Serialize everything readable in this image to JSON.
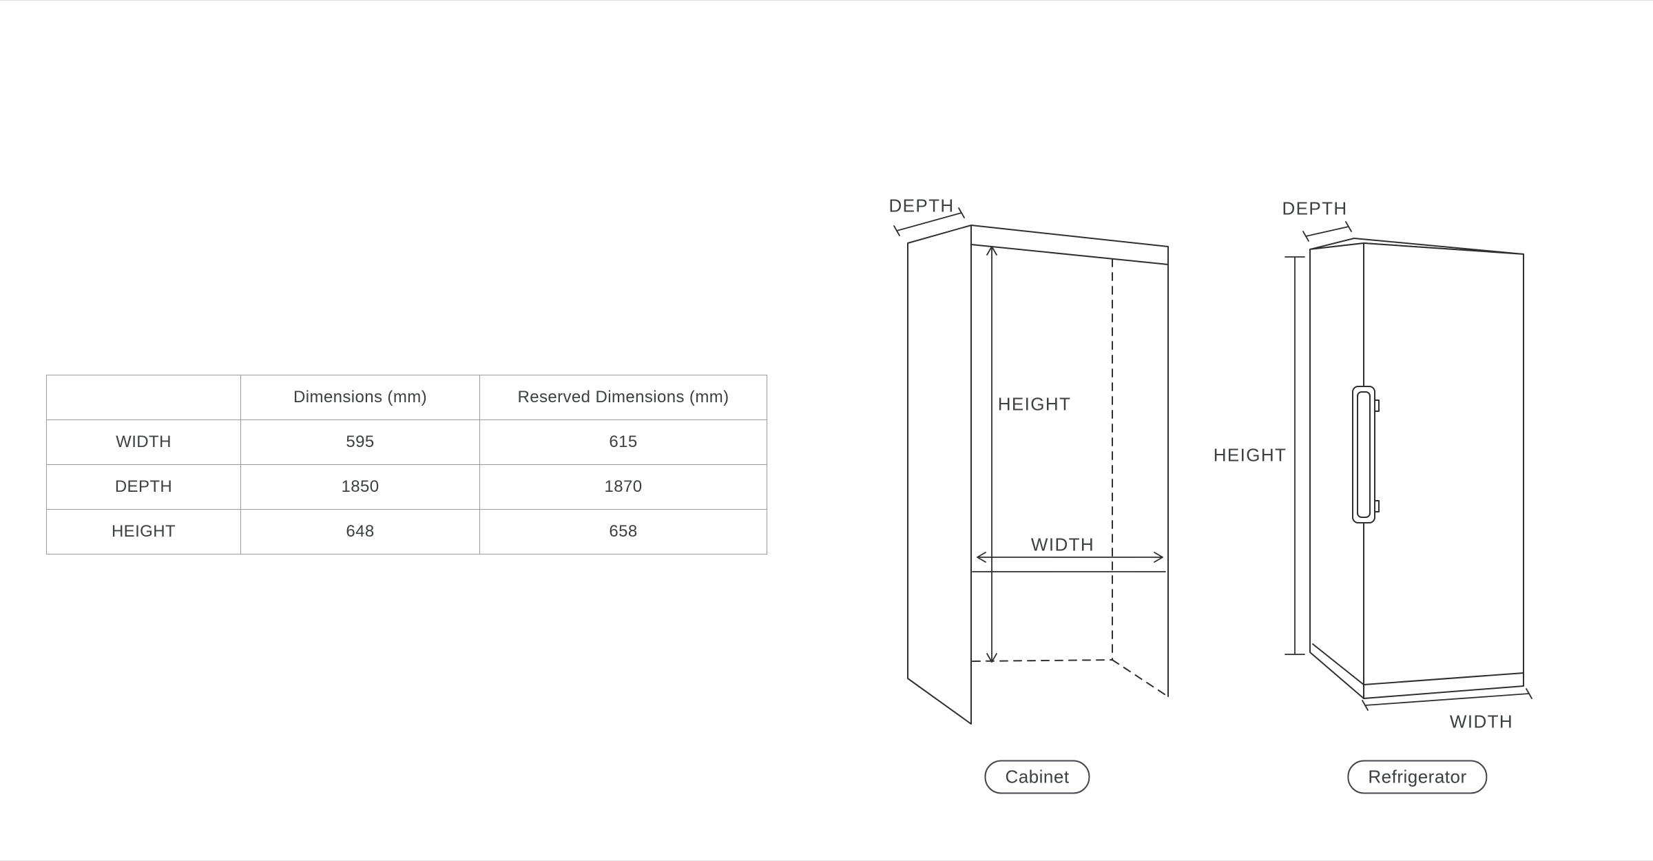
{
  "table": {
    "headers": [
      "",
      "Dimensions (mm)",
      "Reserved Dimensions (mm)"
    ],
    "rows": [
      {
        "label": "WIDTH",
        "dimension": "595",
        "reserved": "615"
      },
      {
        "label": "DEPTH",
        "dimension": "1850",
        "reserved": "1870"
      },
      {
        "label": "HEIGHT",
        "dimension": "648",
        "reserved": "658"
      }
    ]
  },
  "diagrams": {
    "cabinet": {
      "caption": "Cabinet",
      "depth_label": "DEPTH",
      "height_label": "HEIGHT",
      "width_label": "WIDTH"
    },
    "refrigerator": {
      "caption": "Refrigerator",
      "depth_label": "DEPTH",
      "height_label": "HEIGHT",
      "width_label": "WIDTH"
    }
  },
  "colors": {
    "line": "#2e2f31",
    "table_border": "#9b9b9b",
    "text": "#3c4043",
    "page_border": "#e3e3e3"
  }
}
